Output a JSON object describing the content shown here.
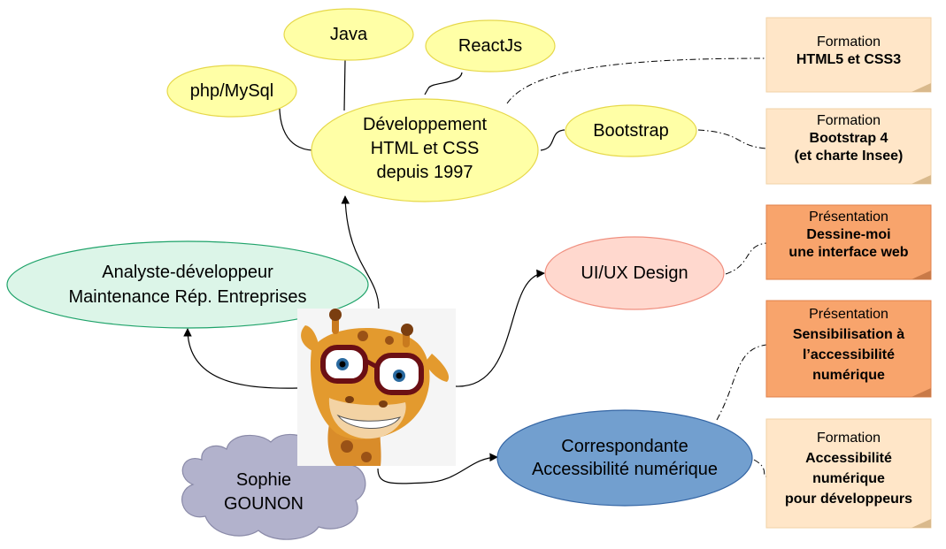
{
  "center": {
    "name_line1": "Sophie",
    "name_line2": "GOUNON",
    "mascot": "giraffe-with-glasses"
  },
  "nodes": {
    "dev": {
      "line1": "Développement",
      "line2": "HTML et CSS",
      "line3": "depuis 1997"
    },
    "java": "Java",
    "reactjs": "ReactJs",
    "php": "php/MySql",
    "bootstrap": "Bootstrap",
    "analyste": {
      "line1": "Analyste-développeur",
      "line2": "Maintenance Rép. Entreprises"
    },
    "uiux": "UI/UX Design",
    "accessibilite": {
      "line1": "Correspondante",
      "line2": "Accessibilité numérique"
    }
  },
  "notes": {
    "n1": {
      "type": "Formation",
      "lines": [
        "HTML5 et CSS3"
      ]
    },
    "n2": {
      "type": "Formation",
      "lines": [
        "Bootstrap 4",
        "(et charte Insee)"
      ]
    },
    "n3": {
      "type": "Présentation",
      "lines": [
        "Dessine-moi",
        "une interface web"
      ]
    },
    "n4": {
      "type": "Présentation",
      "lines": [
        "Sensibilisation à",
        "l’accessibilité",
        "numérique"
      ]
    },
    "n5": {
      "type": "Formation",
      "lines": [
        "Accessibilité",
        "numérique",
        "pour développeurs"
      ]
    }
  },
  "colors": {
    "yellow_fill": "#ffffa6",
    "yellow_stroke": "#e6d84a",
    "green_fill": "#dcf5e8",
    "green_stroke": "#1fa36a",
    "pink_fill": "#ffd8ce",
    "pink_stroke": "#f09080",
    "blue_fill": "#729fcf",
    "blue_stroke": "#3465a4",
    "cloud_fill": "#b2b2cc",
    "cloud_stroke": "#8a8aa8",
    "note_formation": "#ffe6c8",
    "note_presentation": "#f8a46c"
  }
}
